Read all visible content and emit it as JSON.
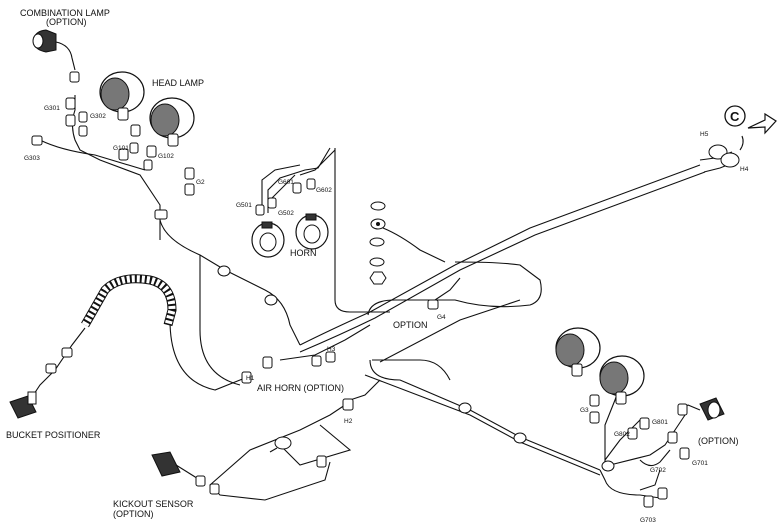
{
  "labels": {
    "combination_lamp": "COMBINATION LAMP",
    "combination_lamp_option": "(OPTION)",
    "head_lamp": "HEAD LAMP",
    "horn": "HORN",
    "option": "OPTION",
    "air_horn": "AIR HORN (OPTION)",
    "bucket_positioner": "BUCKET POSITIONER",
    "kickout_sensor": "KICKOUT SENSOR",
    "kickout_sensor_option": "(OPTION)",
    "rear_option": "(OPTION)",
    "circle_c": "C"
  },
  "connectors": {
    "g301": "G301",
    "g302": "G302",
    "g303": "G303",
    "g101": "G101",
    "g102": "G102",
    "g2": "G2",
    "g501": "G501",
    "g601": "G601",
    "g602": "G602",
    "g502": "G502",
    "g4": "G4",
    "h1": "H1",
    "h2": "H2",
    "h3": "H3",
    "h4": "H4",
    "h5": "H5",
    "g3": "G3",
    "g802": "G802",
    "g801": "G801",
    "g702": "G702",
    "g701": "G701",
    "g703": "G703"
  }
}
